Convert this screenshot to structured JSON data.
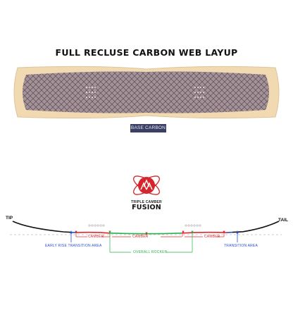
{
  "title": "FULL RECLUSE CARBON WEB LAYUP",
  "badge": "BASE CARBON",
  "logo": {
    "line1": "TRIPLE CAMBER",
    "line2": "FUSION"
  },
  "profile": {
    "tip_label": "TIP",
    "tail_label": "TAIL",
    "annotations": {
      "early_rise": "EARLY RISE TRANSITION AREA",
      "camber_1": "CAMBER",
      "camber_2": "CAMBER",
      "camber_3": "CAMBER",
      "overall_rocker": "OVERALL ROCKER",
      "transition": "TRANSITION AREA"
    }
  },
  "colors": {
    "wood": "#f1d9b2",
    "carbon": "#a39297",
    "badge": "#3a3f63",
    "blue": "#2b4fcf",
    "red": "#e3262c",
    "green": "#27b34b"
  }
}
